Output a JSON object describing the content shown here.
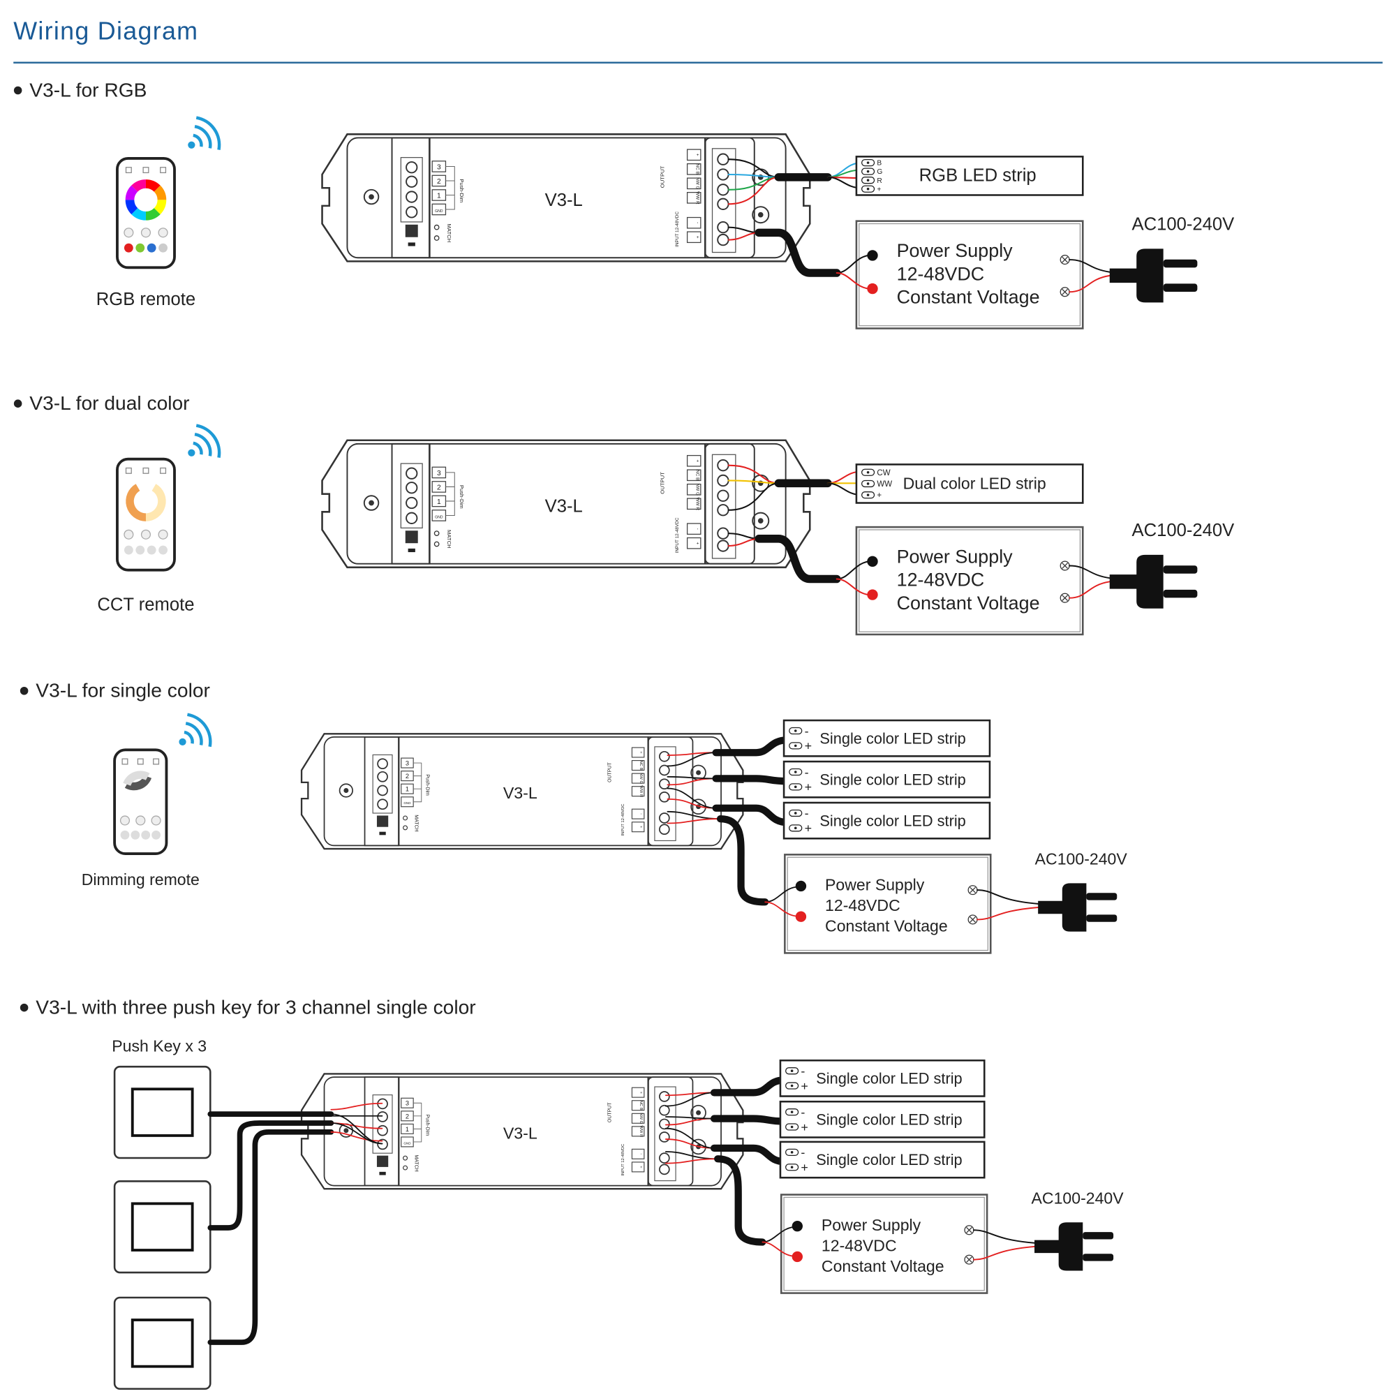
{
  "title": "Wiring Diagram",
  "colors": {
    "title": "#1a5a96",
    "rule": "#2a6a9a",
    "wifi": "#1e9ad6",
    "red": "#e32020",
    "blue": "#2aa8e0",
    "green": "#1fa64a",
    "yellow": "#f2c200",
    "black": "#111111"
  },
  "controller": {
    "label": "V3-L",
    "output_label": "OUTPUT",
    "input_label": "INPUT 12-48VDC",
    "push_dim": "Push-Dim",
    "match": "MATCH",
    "terminals": [
      "+",
      "NC B",
      "NW G",
      "WW R",
      "-",
      "+"
    ],
    "keys": [
      "3",
      "2",
      "1",
      "GND"
    ]
  },
  "sections": [
    {
      "heading": "V3-L for RGB",
      "remote": "RGB remote",
      "remote_icon": "rgb-remote-icon",
      "strips": [
        {
          "label": "RGB LED strip",
          "pins": [
            "B",
            "G",
            "R",
            "+"
          ]
        }
      ]
    },
    {
      "heading": "V3-L for dual color",
      "remote": "CCT remote",
      "remote_icon": "cct-remote-icon",
      "strips": [
        {
          "label": "Dual color LED strip",
          "pins": [
            "CW",
            "WW",
            "+"
          ]
        }
      ]
    },
    {
      "heading": "V3-L for single color",
      "remote": "Dimming remote",
      "remote_icon": "dimming-remote-icon",
      "strips": [
        {
          "label": "Single color LED strip",
          "pins": [
            "-",
            "+"
          ]
        },
        {
          "label": "Single color LED strip",
          "pins": [
            "-",
            "+"
          ]
        },
        {
          "label": "Single color LED strip",
          "pins": [
            "-",
            "+"
          ]
        }
      ]
    },
    {
      "heading": "V3-L with three push key for 3 channel single color",
      "push_key_label": "Push Key x 3",
      "strips": [
        {
          "label": "Single color LED strip",
          "pins": [
            "-",
            "+"
          ]
        },
        {
          "label": "Single color LED strip",
          "pins": [
            "-",
            "+"
          ]
        },
        {
          "label": "Single color LED strip",
          "pins": [
            "-",
            "+"
          ]
        }
      ]
    }
  ],
  "power_supply": {
    "line1": "Power Supply",
    "line2": "12-48VDC",
    "line3": "Constant Voltage"
  },
  "ac_label": "AC100-240V"
}
